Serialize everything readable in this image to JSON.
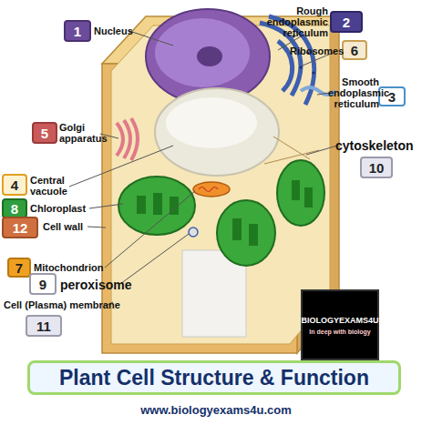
{
  "diagram": {
    "title": "Plant Cell Structure & Function",
    "caption": "www.biologyexams4u.com",
    "nodes": [
      {
        "text": [
          "1"
        ]
      },
      {
        "text": [
          "2"
        ]
      },
      {
        "text": [
          "6"
        ]
      },
      {
        "text": [
          "3"
        ]
      },
      {
        "text": [
          "5"
        ]
      },
      {
        "text": [
          "10"
        ]
      },
      {
        "text": [
          "4"
        ]
      },
      {
        "text": [
          "8"
        ]
      },
      {
        "text": [
          "12"
        ]
      },
      {
        "text": [
          "7"
        ]
      },
      {
        "text": [
          "9"
        ]
      },
      {
        "text": [
          "11"
        ]
      },
      {
        "text": [
          "BIOLOGYEXAMS4U",
          "In deep with biology"
        ]
      }
    ],
    "labels": [
      "Nucleus",
      "Rough endoplasmic reticulum",
      "Ribosomes",
      "Smooth endoplasmic reticulum",
      "Golgi apparatus",
      "cytoskeleton",
      "Central vacuole",
      "Chloroplast",
      "Cell wall",
      "Mitochondrion",
      "peroxisome",
      "Cell (Plasma) membrane"
    ]
  }
}
